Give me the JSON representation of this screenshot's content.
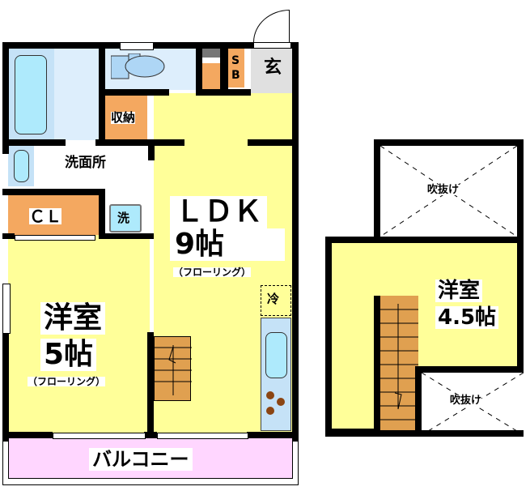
{
  "floor1": {
    "entrance": "玄",
    "shoebox": [
      "S",
      "B"
    ],
    "storage": "収納",
    "washroom": "洗面所",
    "closet": "ＣＬ",
    "washer": "洗",
    "ldk": {
      "name": "ＬＤＫ",
      "size": "9帖",
      "floor": "（フローリング）"
    },
    "fridge": "冷",
    "western_room": {
      "name": "洋室",
      "size": "5帖",
      "floor": "（フローリング）"
    },
    "balcony": "バルコニー"
  },
  "floor2": {
    "void_top": "吹抜け",
    "western_room": {
      "name": "洋室",
      "size": "4.5帖"
    },
    "void_bottom": "吹抜け"
  },
  "colors": {
    "room": "#ffff99",
    "storage": "#f4a860",
    "wet": "#c5e2f7",
    "entrance": "#e0e0e0",
    "balcony": "#ffd6ff",
    "stairs": "#e0a050"
  }
}
